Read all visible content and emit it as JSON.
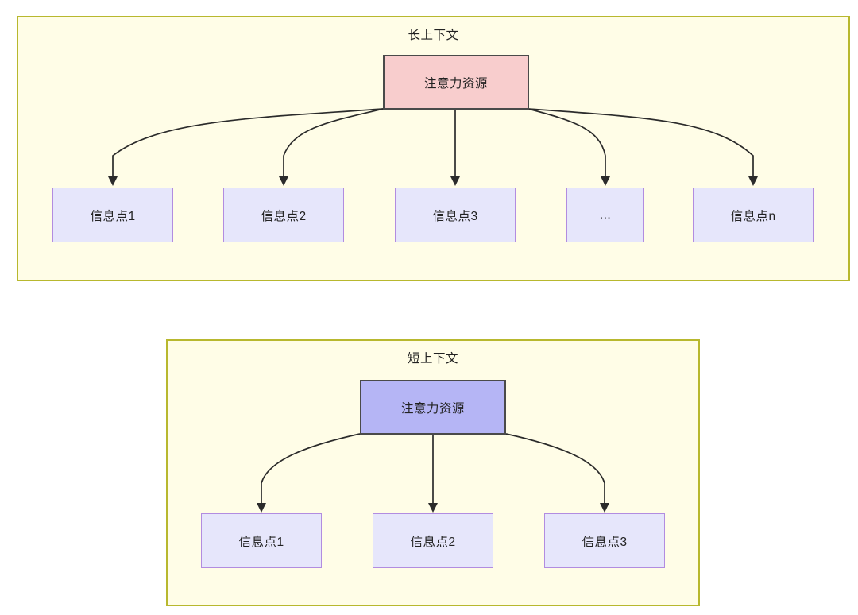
{
  "diagram": {
    "panels": [
      {
        "id": "long-context",
        "title": "长上下文",
        "root": {
          "label": "注意力资源",
          "fill": "#f8cdcd",
          "stroke": "#4a4a4a"
        },
        "children": [
          {
            "label": "信息点1"
          },
          {
            "label": "信息点2"
          },
          {
            "label": "信息点3"
          },
          {
            "label": "..."
          },
          {
            "label": "信息点n"
          }
        ]
      },
      {
        "id": "short-context",
        "title": "短上下文",
        "root": {
          "label": "注意力资源",
          "fill": "#b5b5f5",
          "stroke": "#4a4a4a"
        },
        "children": [
          {
            "label": "信息点1"
          },
          {
            "label": "信息点2"
          },
          {
            "label": "信息点3"
          }
        ]
      }
    ],
    "colors": {
      "panel_fill": "#fffde7",
      "panel_border": "#b8b82e",
      "info_fill": "#e6e6fb",
      "info_border": "#b28ce0",
      "edge": "#2b2b2b",
      "text": "#222222"
    }
  }
}
